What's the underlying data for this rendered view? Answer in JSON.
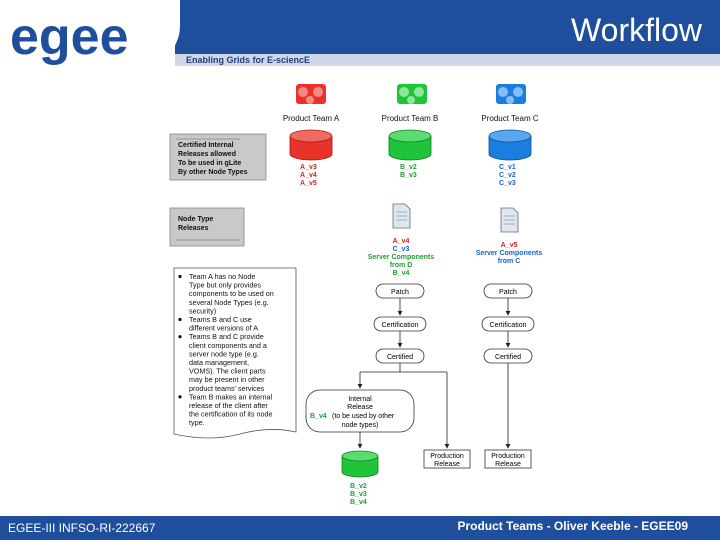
{
  "header": {
    "logo_text": "egee",
    "title": "Workflow",
    "tagline": "Enabling Grids for E-sciencE"
  },
  "footer": {
    "left": "EGEE-III INFSO-RI-222667",
    "right": "Product Teams - Oliver Keeble - EGEE09"
  },
  "teams": {
    "a": "Product Team A",
    "b": "Product Team B",
    "c": "Product Team C"
  },
  "colors": {
    "brand_blue": "#1f4f9c",
    "team_a": "#e8322a",
    "team_b": "#1fc43a",
    "team_c": "#1a7ee0",
    "label_red": "#d42020",
    "label_green": "#1f9f2f",
    "label_blue": "#1a5fc8"
  },
  "legend1": {
    "lines": [
      "Certified Internal",
      "Releases allowed",
      "To be used in gLite",
      "By other Node Types"
    ]
  },
  "legend2": {
    "lines": [
      "Node Type",
      "Releases"
    ]
  },
  "versions": {
    "a": [
      "A_v3",
      "A_v4",
      "A_v5"
    ],
    "b": [
      "B_v2",
      "B_v3"
    ],
    "c": [
      "C_v1",
      "C_v2",
      "C_v3"
    ],
    "final_b": [
      "B_v2",
      "B_v3",
      "B_v4"
    ]
  },
  "server_d": {
    "lines": [
      "A_v4",
      "C_v3",
      "Server Components",
      "from D",
      "B_v4"
    ]
  },
  "server_c": {
    "lines": [
      "A_v5",
      "Server Components",
      "from C"
    ]
  },
  "flow": {
    "patch": "Patch",
    "certification": "Certification",
    "certified": "Certified",
    "production_release": [
      "Production",
      "Release"
    ]
  },
  "internal_release": {
    "lines": [
      "Internal",
      "Release"
    ],
    "note_version": "B_v4",
    "note_lines": [
      "(to be used by other",
      "node types)"
    ]
  },
  "bullets": [
    [
      "Team A has no Node",
      "Type but only provides",
      "components to be used on",
      "several Node Types (e.g.",
      "security)"
    ],
    [
      "Teams B and C use",
      "different versions of A"
    ],
    [
      "Teams B and C provide",
      "client components and a",
      "server node type (e.g.",
      "data management,",
      "VOMS). The client parts",
      "may be present in other",
      "product teams' services"
    ],
    [
      "Team B makes an internal",
      "release of the client after",
      "the certification of its node",
      "type."
    ]
  ]
}
